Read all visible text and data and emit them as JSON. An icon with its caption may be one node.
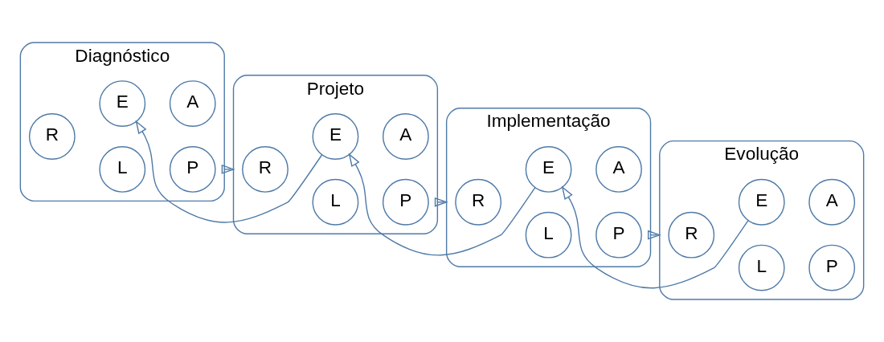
{
  "diagram": {
    "nodes": [
      {
        "text": [
          "Diagnóstico"
        ]
      },
      {
        "text": [
          "L"
        ],
        "in": 0
      },
      {
        "text": [
          "P"
        ],
        "in": 0
      },
      {
        "text": [
          "R"
        ],
        "in": 0
      },
      {
        "text": [
          "A"
        ],
        "in": 0
      },
      {
        "text": [
          "E"
        ],
        "in": 0
      },
      {
        "text": [
          "Projeto"
        ]
      },
      {
        "text": [
          "L"
        ],
        "in": 6
      },
      {
        "text": [
          "P"
        ],
        "in": 6
      },
      {
        "text": [
          "R"
        ],
        "in": 6
      },
      {
        "text": [
          "A"
        ],
        "in": 6
      },
      {
        "text": [
          "E"
        ],
        "in": 6
      },
      {
        "text": [
          "Implementação"
        ]
      },
      {
        "text": [
          "L"
        ],
        "in": 12
      },
      {
        "text": [
          "P"
        ],
        "in": 12
      },
      {
        "text": [
          "R"
        ],
        "in": 12
      },
      {
        "text": [
          "A"
        ],
        "in": 12
      },
      {
        "text": [
          "E"
        ],
        "in": 12
      },
      {
        "text": [
          "Evolução"
        ]
      },
      {
        "text": [
          "L"
        ],
        "in": 18
      },
      {
        "text": [
          "P"
        ],
        "in": 18
      },
      {
        "text": [
          "R"
        ],
        "in": 18
      },
      {
        "text": [
          "A"
        ],
        "in": 18
      },
      {
        "text": [
          "E"
        ],
        "in": 18
      }
    ],
    "edges": [
      {
        "from": 0,
        "to": 6,
        "arrow": "to"
      },
      {
        "from": 6,
        "to": 12,
        "arrow": "to"
      },
      {
        "from": 12,
        "to": 18,
        "arrow": "to"
      },
      {
        "from": 11,
        "to": 5,
        "arrow": "to"
      },
      {
        "from": 17,
        "to": 11,
        "arrow": "to"
      },
      {
        "from": 23,
        "to": 17,
        "arrow": "to"
      }
    ]
  }
}
